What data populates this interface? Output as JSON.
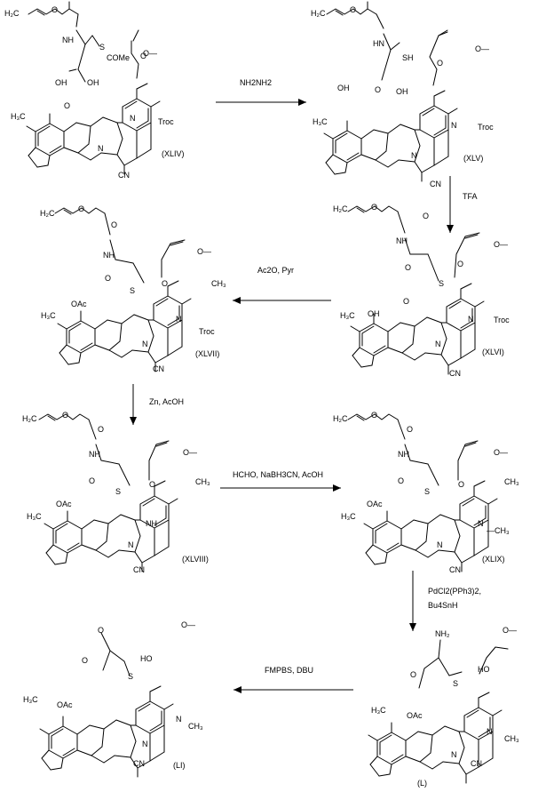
{
  "compounds": [
    {
      "id": "XLIV",
      "label": "(XLIV)"
    },
    {
      "id": "XLV",
      "label": "(XLV)"
    },
    {
      "id": "XLVI",
      "label": "(XLVI)"
    },
    {
      "id": "XLVII",
      "label": "(XLVII)"
    },
    {
      "id": "XLVIII",
      "label": "(XLVIII)"
    },
    {
      "id": "XLIX",
      "label": "(XLIX)"
    },
    {
      "id": "L",
      "label": "(L)"
    },
    {
      "id": "LI",
      "label": "(LI)"
    }
  ],
  "steps": [
    {
      "id": "s1",
      "reagent": "NH2NH2"
    },
    {
      "id": "s2",
      "reagent": "TFA"
    },
    {
      "id": "s3",
      "reagent": "Ac2O,  Pyr"
    },
    {
      "id": "s4",
      "reagent": "Zn,  AcOH"
    },
    {
      "id": "s5",
      "reagent": "HCHO, NaBH3CN, AcOH"
    },
    {
      "id": "s6",
      "reagent_line1": "PdCl2(PPh3)2,",
      "reagent_line2": "Bu4SnH"
    },
    {
      "id": "s7",
      "reagent": "FMPBS, DBU"
    }
  ],
  "atom_text": {
    "h2c": "H₂C",
    "o": "O",
    "nh": "NH",
    "hn": "HN",
    "s": "S",
    "sh": "SH",
    "ocome": "COMe",
    "oh": "OH",
    "oac": "OAc",
    "n": "N",
    "cn": "CN",
    "troc": "Troc",
    "h3c": "H₃C",
    "ch3": "CH₃",
    "nh2": "NH₂",
    "ho": "HO",
    "ch3_dash": "—CH₃",
    "ome": "O—",
    "nh_ring": "NH"
  }
}
